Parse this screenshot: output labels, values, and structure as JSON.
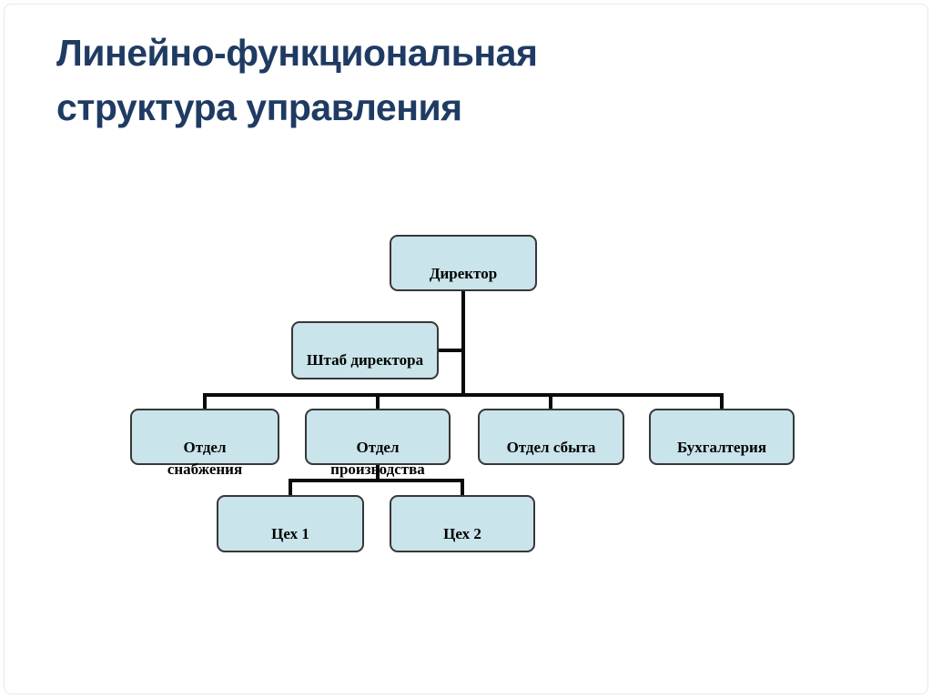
{
  "slide": {
    "title": "Линейно-функциональная\nструктура управления"
  },
  "colors": {
    "title-color": "#1f3b63",
    "box-fill": "#c9e4ea",
    "box-border": "#373737",
    "connector": "#0a0a0a",
    "background": "#ffffff",
    "frame-border": "#e6e9ec"
  },
  "diagram": {
    "type": "org-chart",
    "nodes": {
      "director": {
        "label": "Директор"
      },
      "staff": {
        "label": "Штаб директора"
      },
      "supply": {
        "label": "Отдел\nснабжения"
      },
      "production": {
        "label": "Отдел\nпроизводства"
      },
      "sales": {
        "label": "Отдел сбыта"
      },
      "accounting": {
        "label": "Бухгалтерия"
      },
      "shop1": {
        "label": "Цех 1"
      },
      "shop2": {
        "label": "Цех 2"
      }
    },
    "edges": [
      {
        "from": "director",
        "to": "staff"
      },
      {
        "from": "director",
        "to": "supply"
      },
      {
        "from": "director",
        "to": "production"
      },
      {
        "from": "director",
        "to": "sales"
      },
      {
        "from": "director",
        "to": "accounting"
      },
      {
        "from": "production",
        "to": "shop1"
      },
      {
        "from": "production",
        "to": "shop2"
      }
    ]
  }
}
